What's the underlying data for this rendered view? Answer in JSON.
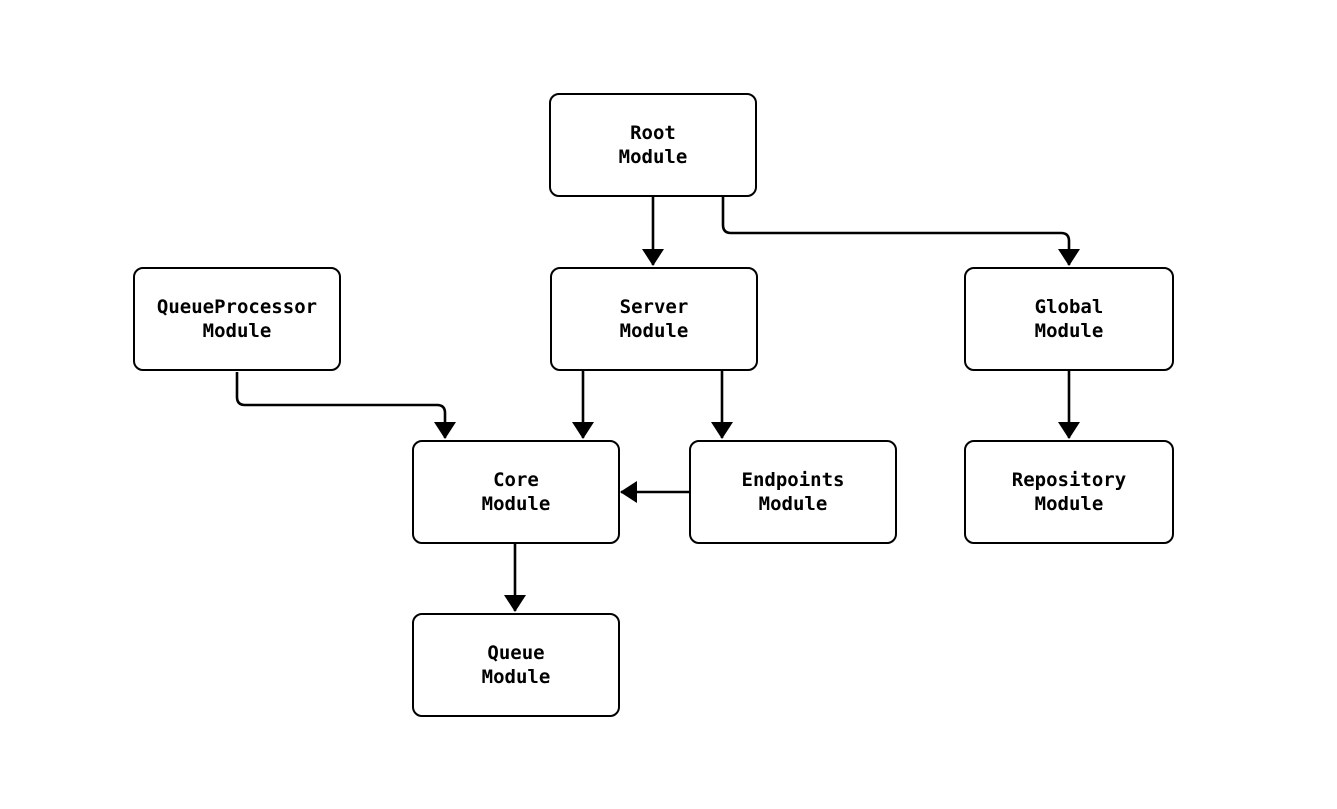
{
  "diagram": {
    "type": "module-dependency-graph",
    "background_color": "#ffffff",
    "stroke_color": "#000000",
    "nodes": [
      {
        "id": "root",
        "label": "Root\nModule"
      },
      {
        "id": "queueprocessor",
        "label": "QueueProcessor\nModule"
      },
      {
        "id": "server",
        "label": "Server\nModule"
      },
      {
        "id": "global",
        "label": "Global\nModule"
      },
      {
        "id": "core",
        "label": "Core\nModule"
      },
      {
        "id": "endpoints",
        "label": "Endpoints\nModule"
      },
      {
        "id": "repository",
        "label": "Repository\nModule"
      },
      {
        "id": "queue",
        "label": "Queue\nModule"
      }
    ],
    "edges": [
      {
        "from": "Root Module",
        "to": "Server Module"
      },
      {
        "from": "Root Module",
        "to": "Global Module"
      },
      {
        "from": "QueueProcessor Module",
        "to": "Core Module"
      },
      {
        "from": "Server Module",
        "to": "Core Module"
      },
      {
        "from": "Server Module",
        "to": "Endpoints Module"
      },
      {
        "from": "Endpoints Module",
        "to": "Core Module"
      },
      {
        "from": "Global Module",
        "to": "Repository Module"
      },
      {
        "from": "Core Module",
        "to": "Queue Module"
      }
    ]
  }
}
